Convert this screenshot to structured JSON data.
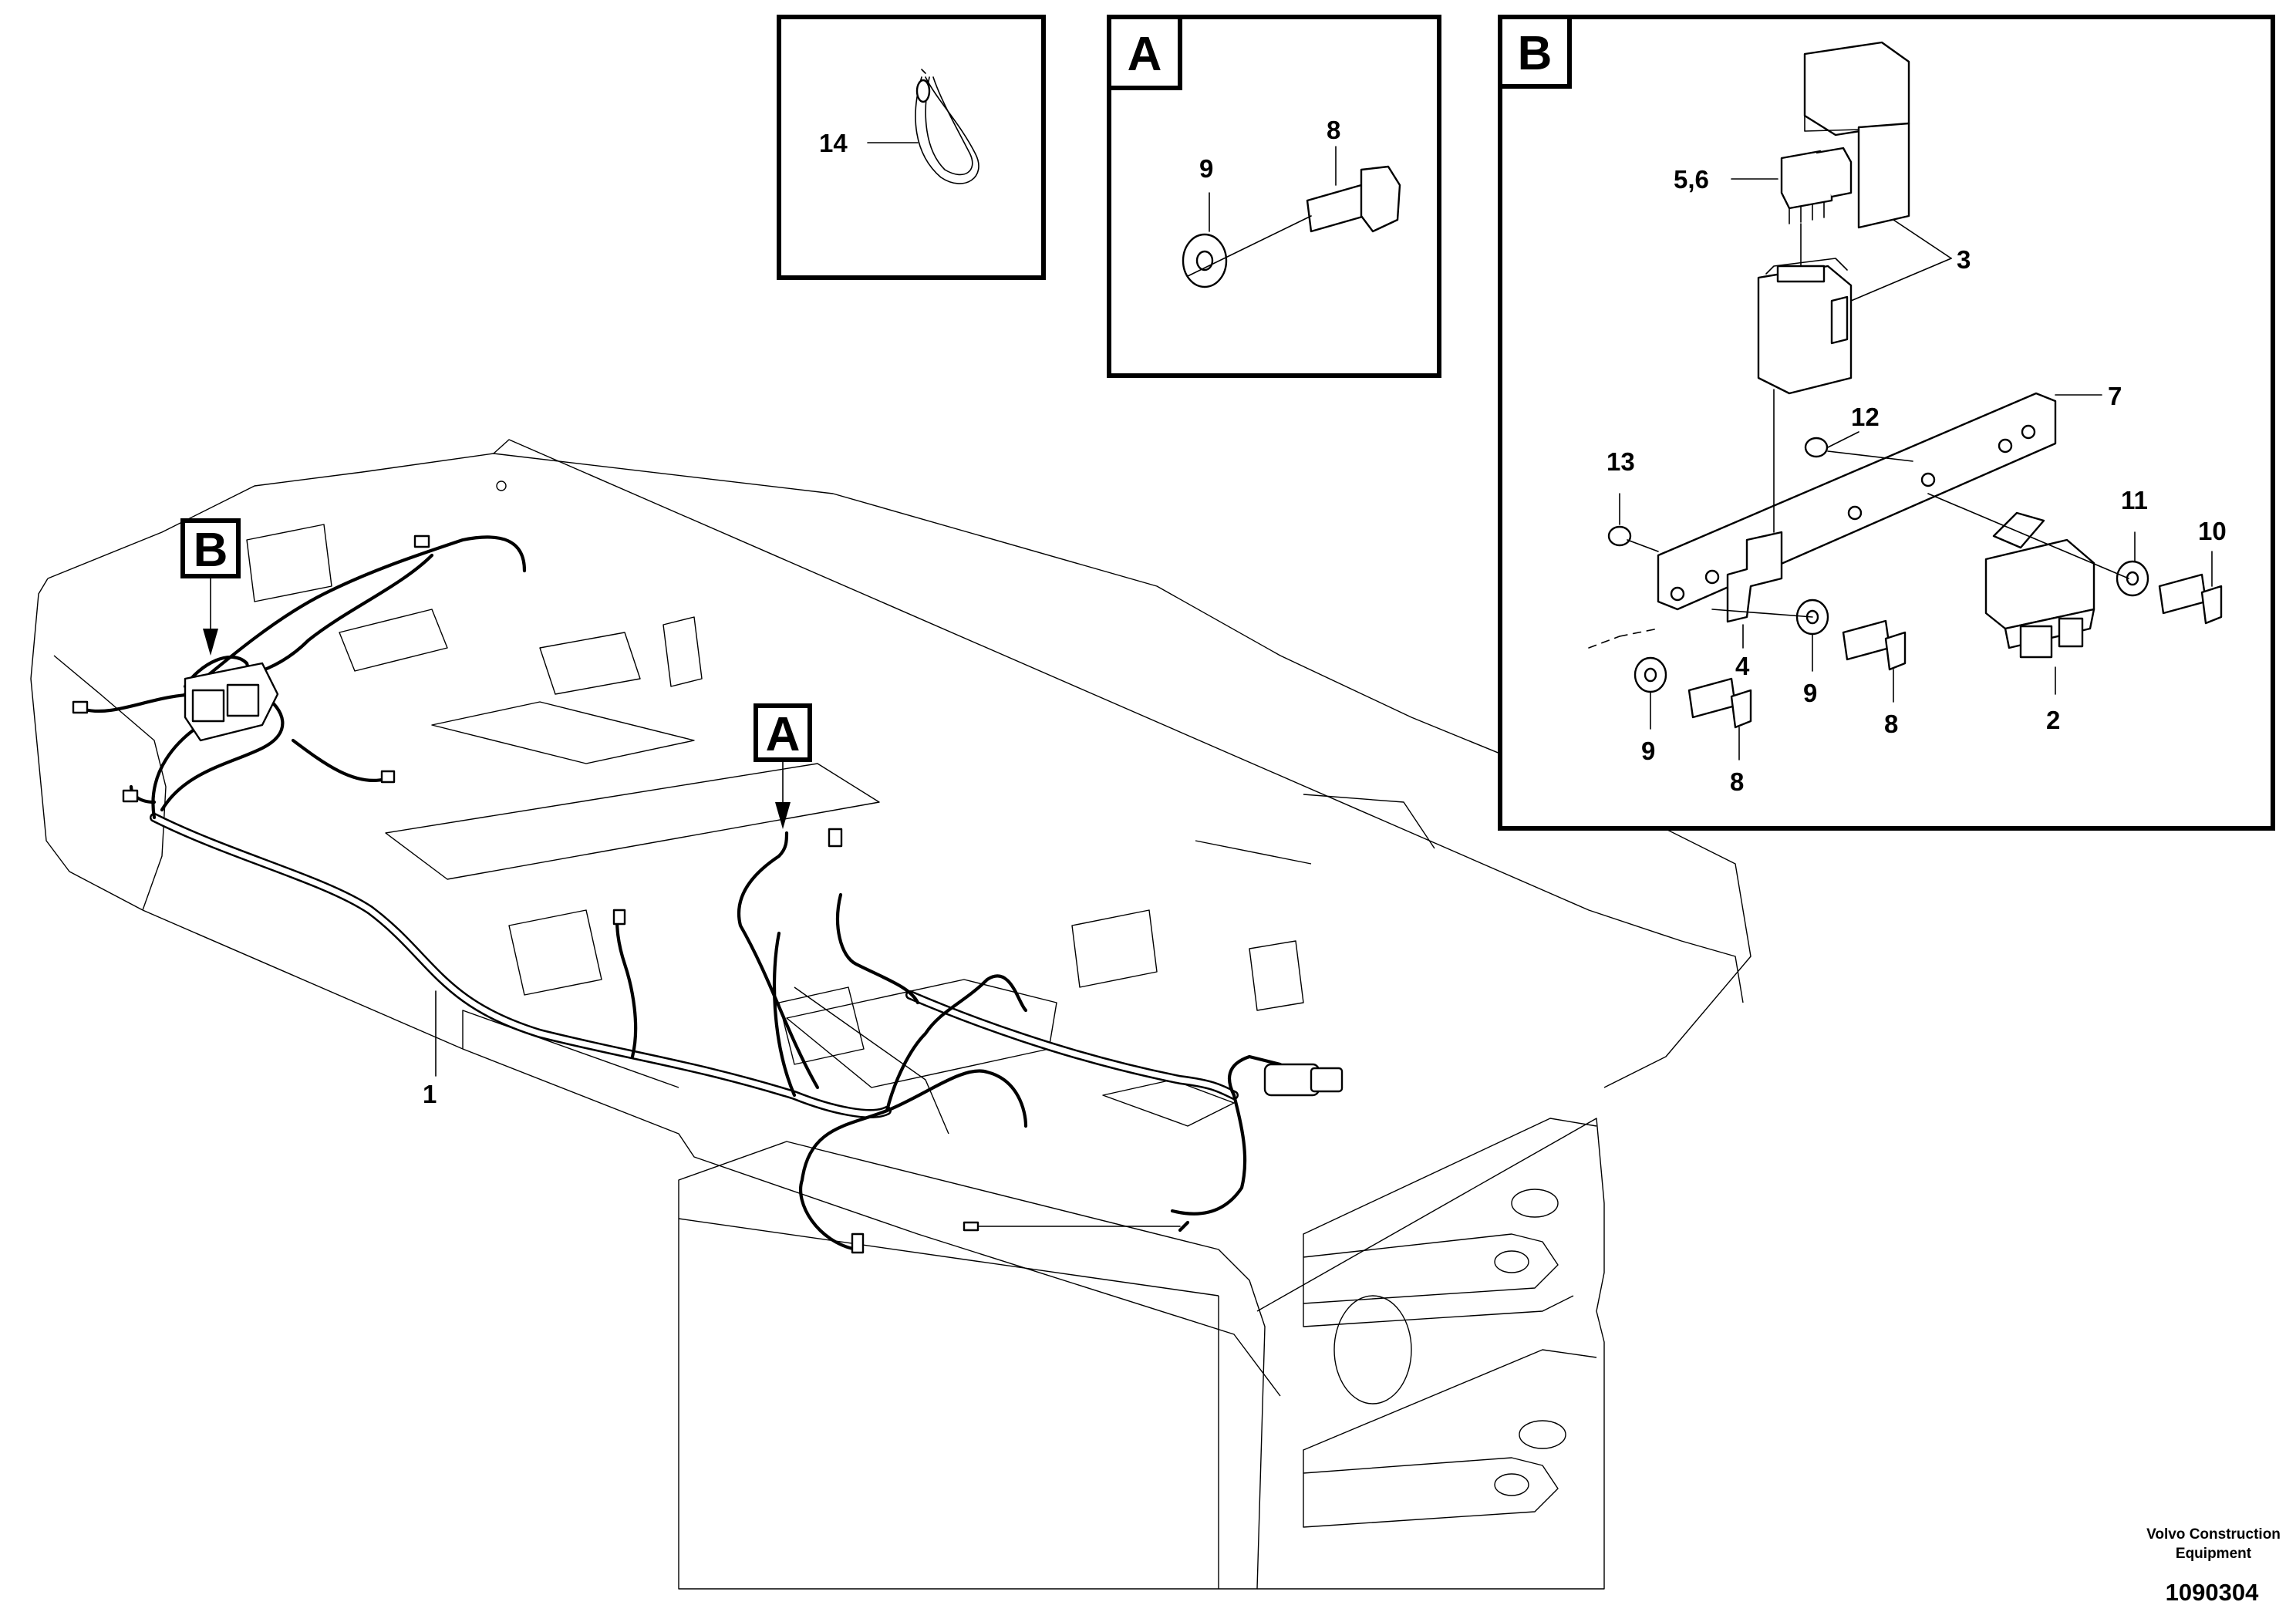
{
  "callouts": {
    "strap": "14",
    "view_a_washer": "9",
    "view_a_bolt": "8",
    "view_b_relay_pair": "5,6",
    "view_b_holder": "3",
    "view_b_bracket": "7",
    "view_b_nut": "12",
    "view_b_nut_left": "13",
    "view_b_washer_right": "11",
    "view_b_bolt_right": "10",
    "view_b_plate": "4",
    "view_b_washer_mid": "9",
    "view_b_bolt_mid": "8",
    "view_b_relay": "2",
    "view_b_washer_low": "9",
    "view_b_bolt_low": "8",
    "harness": "1"
  },
  "detail_tags": {
    "a_box": "A",
    "b_box": "B",
    "a_frame": "A",
    "b_frame": "B"
  },
  "footer": {
    "company_line1": "Volvo Construction",
    "company_line2": "Equipment",
    "figure_number": "1090304"
  }
}
